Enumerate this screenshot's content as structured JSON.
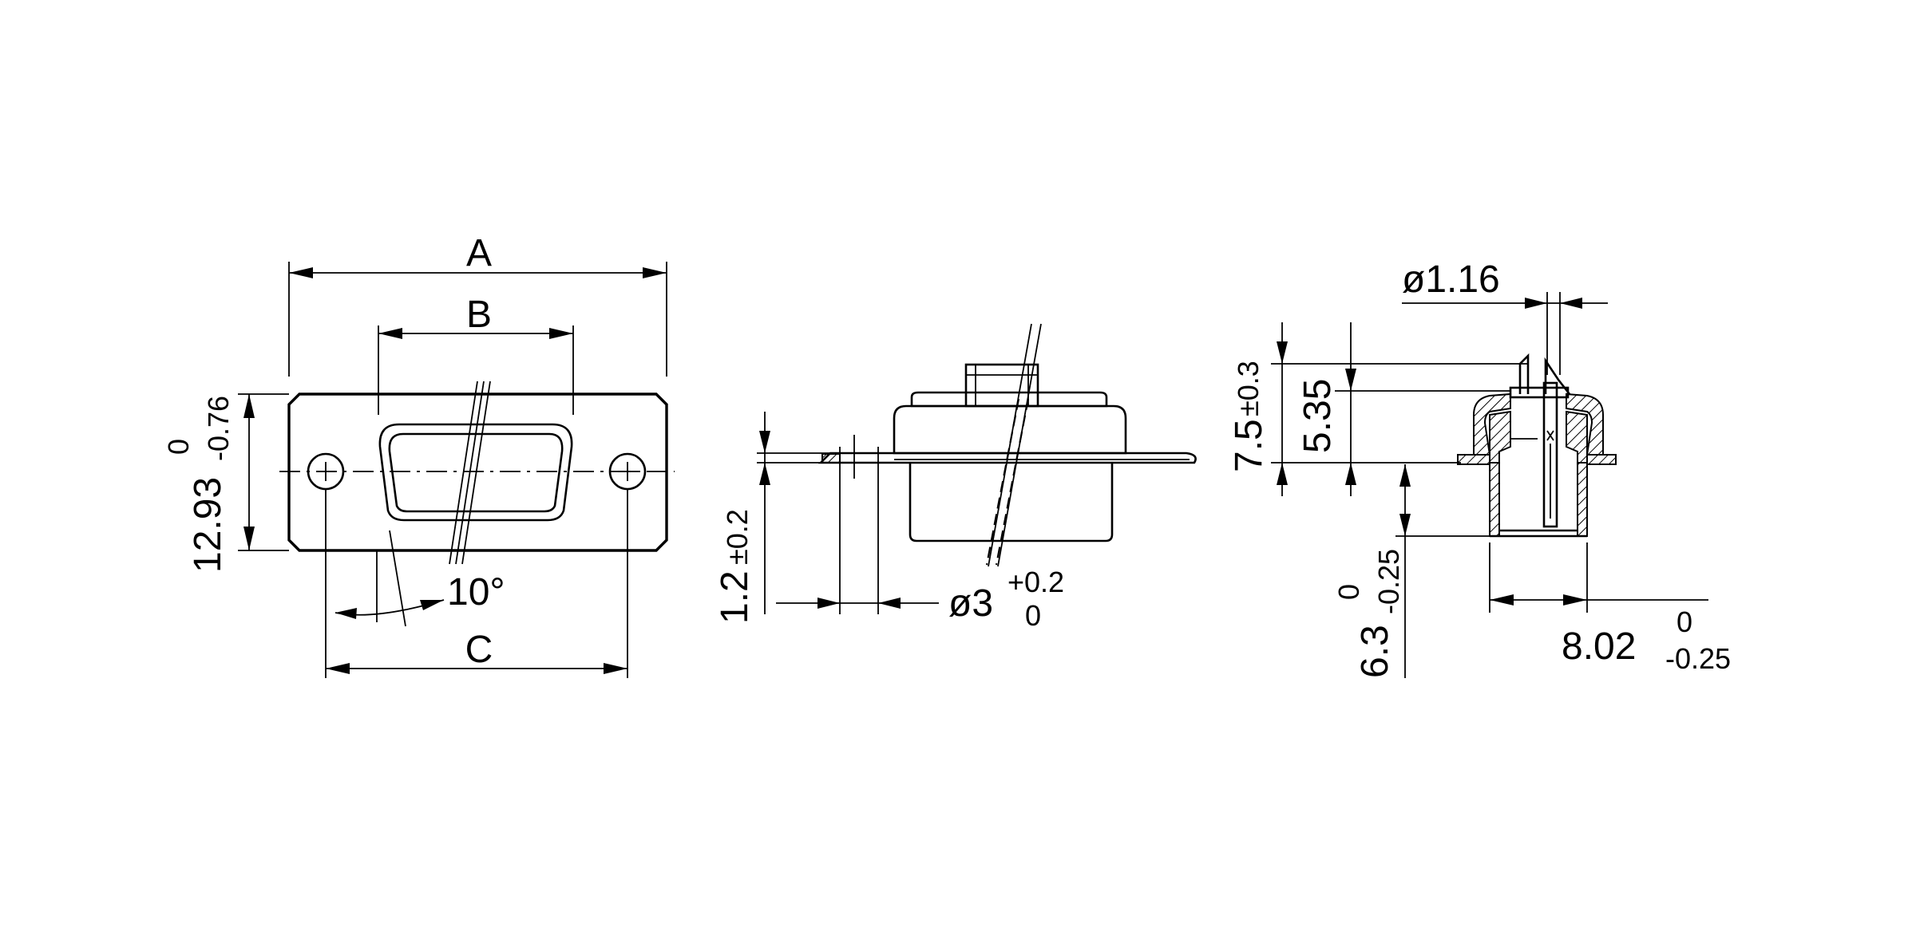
{
  "front_view": {
    "dim_a": "A",
    "dim_b": "B",
    "dim_c": "C",
    "height_value": "12.93",
    "height_tol_upper": "0",
    "height_tol_lower": "-0.76",
    "angle": "10°"
  },
  "side_view": {
    "flange_value": "1.2",
    "flange_tol": "±0.2",
    "hole_value": "ø3",
    "hole_tol_upper": "+0.2",
    "hole_tol_lower": "0"
  },
  "section_view": {
    "pin_diameter": "ø1.16",
    "overall_value": "7.5",
    "overall_tol": "±0.3",
    "upper_value": "5.35",
    "lower_value": "6.3",
    "lower_tol_upper": "0",
    "lower_tol_lower": "-0.25",
    "width_value": "8.02",
    "width_tol_upper": "0",
    "width_tol_lower": "-0.25"
  }
}
